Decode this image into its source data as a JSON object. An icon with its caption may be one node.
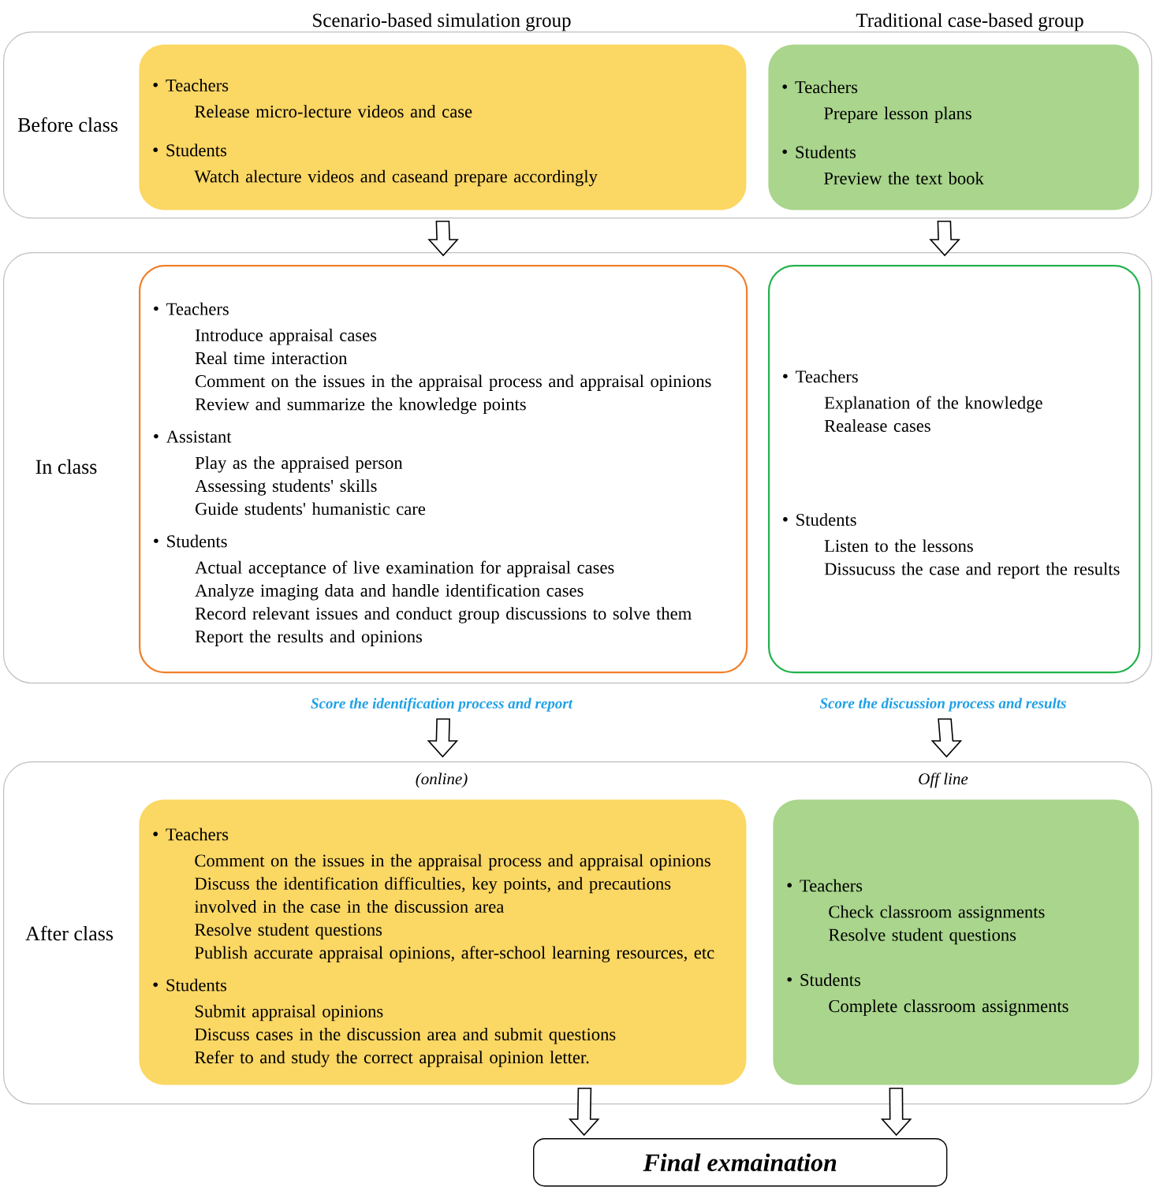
{
  "diagram": {
    "nodes": [
      {
        "text": [
          "Before class"
        ]
      },
      {
        "text": [
          "Teachers",
          "Release micro-lecture videos and case",
          "Students",
          "Watch alecture videos and caseand prepare accordingly"
        ],
        "in": 0
      },
      {
        "text": [
          "Teachers",
          "Prepare lesson plans",
          "Students",
          "Preview the text book"
        ],
        "in": 0
      },
      {
        "text": [
          "In class"
        ]
      },
      {
        "text": [
          "Teachers",
          "Introduce appraisal cases",
          "Real time interaction",
          "Comment on the issues in the appraisal process and appraisal opinions",
          "Review and summarize the knowledge points",
          "Assistant",
          "Play as the appraised person",
          "Assessing students' skills",
          "Guide students' humanistic care",
          "Students",
          "Actual acceptance of live examination for appraisal cases",
          "Analyze imaging data and handle identification cases",
          "Record relevant issues and conduct group discussions to solve them",
          "Report the results and opinions"
        ],
        "in": 3
      },
      {
        "text": [
          "Teachers",
          "Explanation of the knowledge",
          "Realease cases",
          "Students",
          "Listen to the lessons",
          "Dissucuss the case and report the results"
        ],
        "in": 3
      },
      {
        "text": [
          "After class"
        ]
      },
      {
        "text": [
          "Teachers",
          "Comment on the issues in the appraisal process and appraisal opinions",
          "Discuss the identification difficulties, key points, and precautions involved in the case in the discussion area",
          "Resolve student questions",
          "Publish accurate appraisal opinions, after-school learning resources, etc",
          "Students",
          "Submit appraisal opinions",
          "Discuss cases in the discussion area and submit questions",
          "Refer to and study the correct appraisal opinion letter."
        ],
        "in": 6,
        "beside": [
          "(online)"
        ]
      },
      {
        "text": [
          "Teachers",
          "Check classroom assignments",
          "Resolve student questions",
          "Students",
          "Complete classroom assignments"
        ],
        "in": 6,
        "beside": [
          "Off line"
        ]
      },
      {
        "text": [
          "Final exmaination"
        ]
      }
    ],
    "edges": [
      {
        "from": 1,
        "to": 4,
        "arrow": "to"
      },
      {
        "from": 2,
        "to": 5,
        "arrow": "to"
      },
      {
        "from": 4,
        "to": 7,
        "arrow": "to",
        "label": "Score the identification process and report"
      },
      {
        "from": 5,
        "to": 8,
        "arrow": "to",
        "label": "Score the discussion process and results"
      },
      {
        "from": 7,
        "to": 9,
        "arrow": "to"
      },
      {
        "from": 8,
        "to": 9,
        "arrow": "to"
      }
    ],
    "labels": [
      "Scenario-based simulation group",
      "Traditional case-based group"
    ]
  }
}
